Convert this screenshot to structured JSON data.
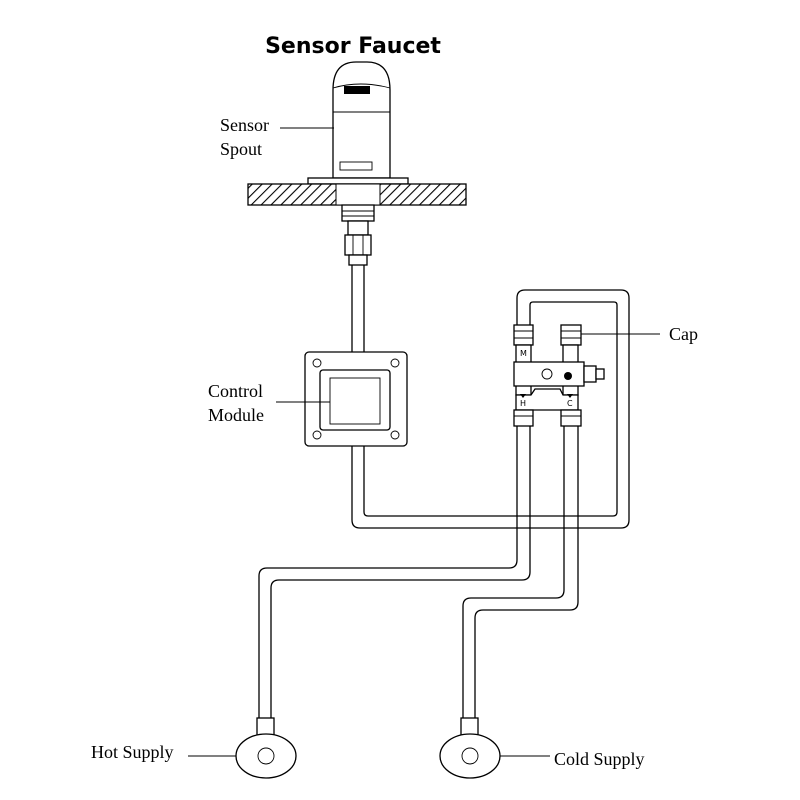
{
  "title": "Sensor Faucet",
  "labels": {
    "sensor_spout_line1": "Sensor",
    "sensor_spout_line2": "Spout",
    "control_module_line1": "Control",
    "control_module_line2": "Module",
    "cap": "Cap",
    "hot_supply": "Hot Supply",
    "cold_supply": "Cold Supply"
  },
  "valve_markings": {
    "mixed": "M",
    "hot": "H",
    "cold": "C"
  }
}
